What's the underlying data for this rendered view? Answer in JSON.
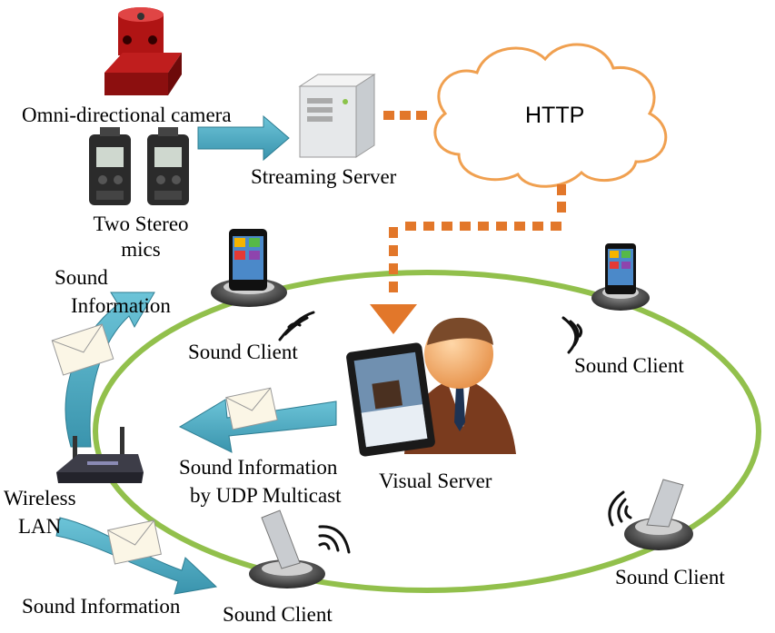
{
  "labels": {
    "camera": "Omni-directional camera",
    "streaming_server": "Streaming Server",
    "http": "HTTP",
    "mics_line1": "Two Stereo",
    "mics_line2": "mics",
    "sound_info_top_line1": "Sound",
    "sound_info_top_line2": "Information",
    "sound_client_top_left": "Sound Client",
    "sound_client_top_right": "Sound Client",
    "multicast_line1": "Sound Information",
    "multicast_line2": "by UDP Multicast",
    "visual_server": "Visual Server",
    "wireless_line1": "Wireless",
    "wireless_line2": "LAN",
    "sound_client_bottom_right": "Sound Client",
    "sound_info_bottom": "Sound Information",
    "sound_client_bottom_center": "Sound Client"
  },
  "colors": {
    "ring": "#92c04c",
    "teal_arrow": "#4aabc2",
    "orange_dots": "#e2772a",
    "cloud_stroke": "#f0a050",
    "camera_red": "#b01414"
  }
}
